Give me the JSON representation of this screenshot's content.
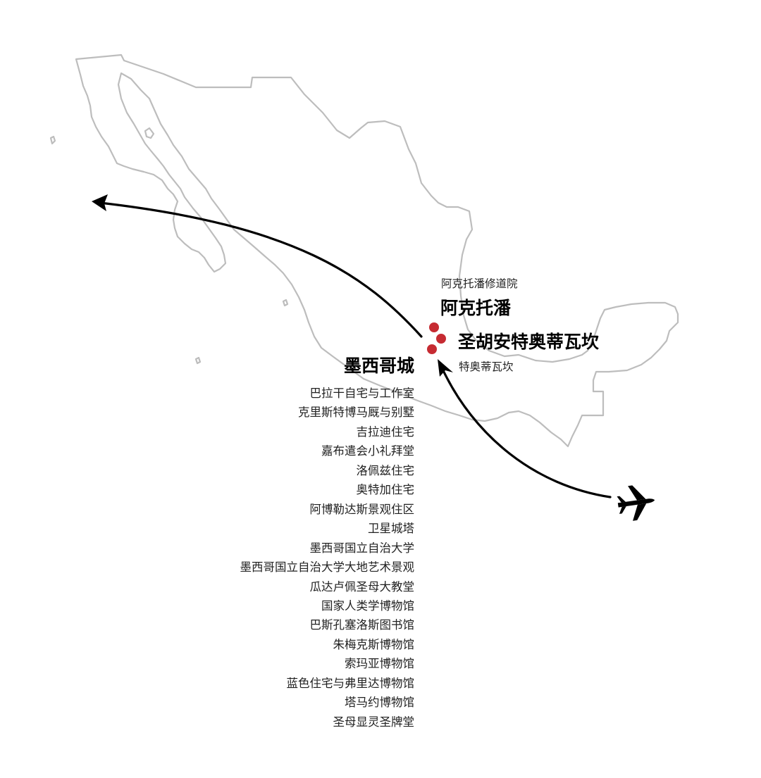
{
  "map": {
    "region": "Mexico",
    "colors": {
      "outline": "#bdbdbd",
      "route": "#000000",
      "dot": "#c62b32",
      "background": "#ffffff"
    },
    "icons": [
      "airplane-icon",
      "arrow-head-icon"
    ]
  },
  "locations": {
    "acolman": {
      "name": "阿克托潘",
      "site": "阿克托潘修道院"
    },
    "teotihuacan": {
      "name": "圣胡安特奥蒂瓦坎",
      "site": "特奥蒂瓦坎"
    },
    "mexico_city": {
      "name": "墨西哥城",
      "sites": [
        "巴拉干自宅与工作室",
        "克里斯特博马厩与别墅",
        "吉拉迪住宅",
        "嘉布遣会小礼拜堂",
        "洛佩兹住宅",
        "奥特加住宅",
        "阿博勒达斯景观住区",
        "卫星城塔",
        "墨西哥国立自治大学",
        "墨西哥国立自治大学大地艺术景观",
        "瓜达卢佩圣母大教堂",
        "国家人类学博物馆",
        "巴斯孔塞洛斯图书馆",
        "朱梅克斯博物馆",
        "索玛亚博物馆",
        "蓝色住宅与弗里达博物馆",
        "塔马约博物馆",
        "圣母显灵圣牌堂"
      ]
    }
  }
}
